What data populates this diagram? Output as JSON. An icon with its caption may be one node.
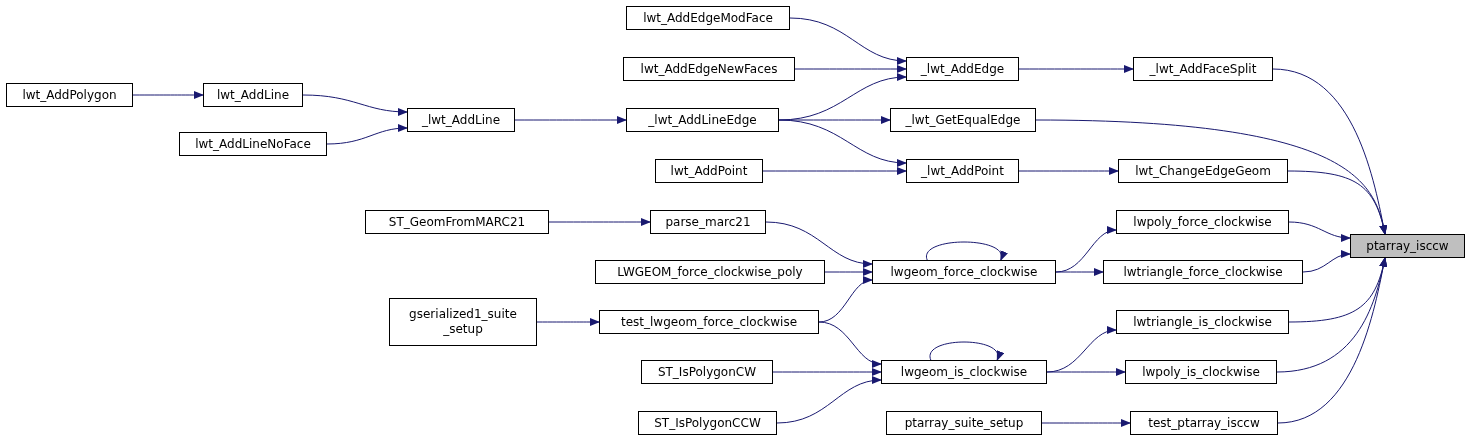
{
  "diagram": {
    "nodes": [
      {
        "text": [
          "lwt_AddPolygon"
        ]
      },
      {
        "text": [
          "lwt_AddLine"
        ]
      },
      {
        "text": [
          "lwt_AddLineNoFace"
        ]
      },
      {
        "text": [
          "_lwt_AddLine"
        ]
      },
      {
        "text": [
          "lwt_AddEdgeModFace"
        ]
      },
      {
        "text": [
          "lwt_AddEdgeNewFaces"
        ]
      },
      {
        "text": [
          "_lwt_AddLineEdge"
        ]
      },
      {
        "text": [
          "lwt_AddPoint"
        ]
      },
      {
        "text": [
          "_lwt_AddEdge"
        ]
      },
      {
        "text": [
          "_lwt_GetEqualEdge"
        ]
      },
      {
        "text": [
          "_lwt_AddPoint"
        ]
      },
      {
        "text": [
          "_lwt_AddFaceSplit"
        ]
      },
      {
        "text": [
          "lwt_ChangeEdgeGeom"
        ]
      },
      {
        "text": [
          "ST_GeomFromMARC21"
        ]
      },
      {
        "text": [
          "parse_marc21"
        ]
      },
      {
        "text": [
          "LWGEOM_force_clockwise_poly"
        ]
      },
      {
        "text": [
          "lwgeom_force_clockwise"
        ]
      },
      {
        "text": [
          "lwpoly_force_clockwise"
        ]
      },
      {
        "text": [
          "lwtriangle_force_clockwise"
        ]
      },
      {
        "text": [
          "gserialized1_suite _setup"
        ]
      },
      {
        "text": [
          "test_lwgeom_force_clockwise"
        ]
      },
      {
        "text": [
          "lwtriangle_is_clockwise"
        ]
      },
      {
        "text": [
          "ST_IsPolygonCW"
        ]
      },
      {
        "text": [
          "lwgeom_is_clockwise"
        ]
      },
      {
        "text": [
          "lwpoly_is_clockwise"
        ]
      },
      {
        "text": [
          "ST_IsPolygonCCW"
        ]
      },
      {
        "text": [
          "ptarray_suite_setup"
        ]
      },
      {
        "text": [
          "test_ptarray_isccw"
        ]
      },
      {
        "text": [
          "ptarray_isccw"
        ]
      }
    ],
    "edges": [
      {
        "from": 0,
        "to": 1,
        "arrow": "to"
      },
      {
        "from": 1,
        "to": 3,
        "arrow": "to"
      },
      {
        "from": 2,
        "to": 3,
        "arrow": "to"
      },
      {
        "from": 3,
        "to": 6,
        "arrow": "to"
      },
      {
        "from": 4,
        "to": 8,
        "arrow": "to"
      },
      {
        "from": 5,
        "to": 8,
        "arrow": "to"
      },
      {
        "from": 6,
        "to": 8,
        "arrow": "to"
      },
      {
        "from": 6,
        "to": 9,
        "arrow": "to"
      },
      {
        "from": 6,
        "to": 10,
        "arrow": "to"
      },
      {
        "from": 7,
        "to": 10,
        "arrow": "to"
      },
      {
        "from": 8,
        "to": 11,
        "arrow": "to"
      },
      {
        "from": 10,
        "to": 12,
        "arrow": "to"
      },
      {
        "from": 11,
        "to": 28,
        "arrow": "to"
      },
      {
        "from": 9,
        "to": 28,
        "arrow": "to"
      },
      {
        "from": 12,
        "to": 28,
        "arrow": "to"
      },
      {
        "from": 13,
        "to": 14,
        "arrow": "to"
      },
      {
        "from": 14,
        "to": 16,
        "arrow": "to"
      },
      {
        "from": 15,
        "to": 16,
        "arrow": "to"
      },
      {
        "from": 16,
        "to": 16,
        "arrow": "to"
      },
      {
        "from": 16,
        "to": 17,
        "arrow": "to"
      },
      {
        "from": 16,
        "to": 18,
        "arrow": "to"
      },
      {
        "from": 17,
        "to": 28,
        "arrow": "to"
      },
      {
        "from": 18,
        "to": 28,
        "arrow": "to"
      },
      {
        "from": 19,
        "to": 20,
        "arrow": "to"
      },
      {
        "from": 20,
        "to": 16,
        "arrow": "to"
      },
      {
        "from": 20,
        "to": 23,
        "arrow": "to"
      },
      {
        "from": 22,
        "to": 23,
        "arrow": "to"
      },
      {
        "from": 25,
        "to": 23,
        "arrow": "to"
      },
      {
        "from": 23,
        "to": 23,
        "arrow": "to"
      },
      {
        "from": 23,
        "to": 21,
        "arrow": "to"
      },
      {
        "from": 23,
        "to": 24,
        "arrow": "to"
      },
      {
        "from": 21,
        "to": 28,
        "arrow": "to"
      },
      {
        "from": 24,
        "to": 28,
        "arrow": "to"
      },
      {
        "from": 26,
        "to": 27,
        "arrow": "to"
      },
      {
        "from": 27,
        "to": 28,
        "arrow": "to"
      }
    ]
  }
}
